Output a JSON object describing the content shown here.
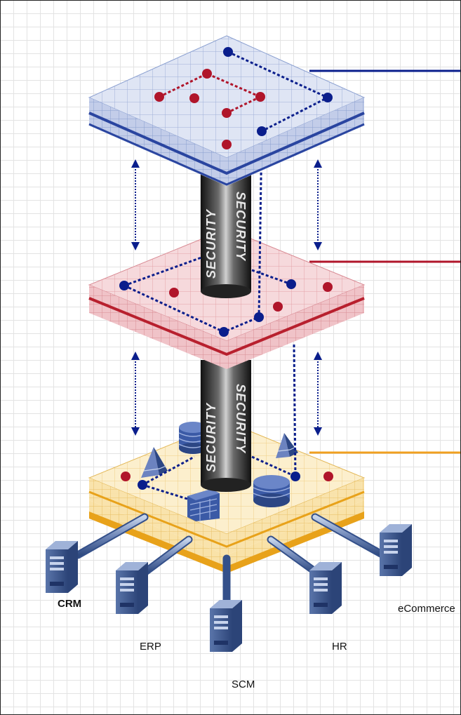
{
  "diagram": {
    "pillar_text": "SECURITY",
    "systems": {
      "crm": "CRM",
      "erp": "ERP",
      "scm": "SCM",
      "hr": "HR",
      "ecommerce": "eCommerce"
    },
    "colors": {
      "top_layer": "#2a45a0",
      "middle_layer": "#b8202e",
      "bottom_layer": "#e8a21a",
      "dot_red": "#b0152a",
      "dot_blue": "#0a1e8c",
      "grid": "#e3e3e3"
    }
  }
}
